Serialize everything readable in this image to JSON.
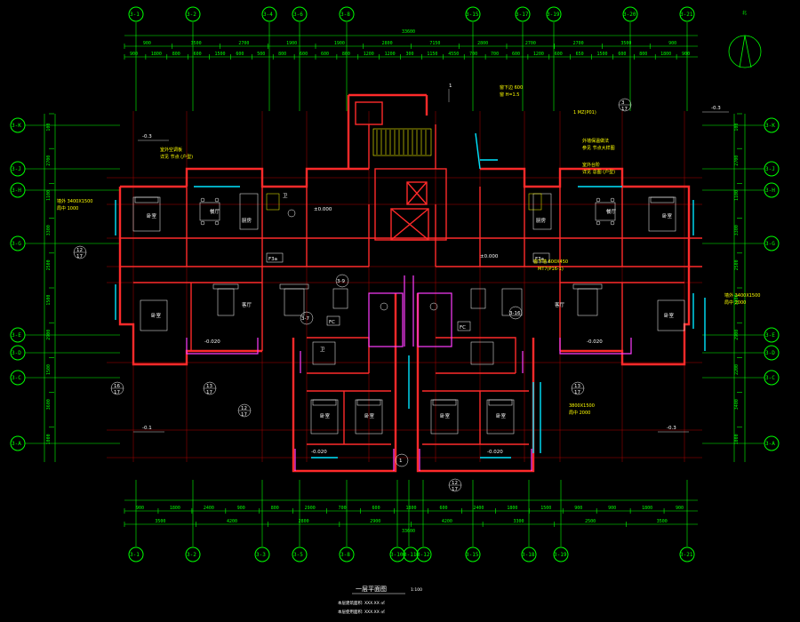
{
  "drawing": {
    "title": "一层平面图",
    "scale": "1:100",
    "notes": [
      "本层建筑面积: XXX.XX ㎡",
      "本层使用面积: XXX.XX ㎡"
    ],
    "north_label": "北"
  },
  "axes_top": [
    "3-1",
    "3-2",
    "3-4",
    "3-6",
    "3-8",
    "3-15",
    "3-17",
    "3-19",
    "3-20",
    "3-21"
  ],
  "axes_bottom": [
    "3-1",
    "3-2",
    "3-3",
    "3-5",
    "3-8",
    "3-10",
    "3-11",
    "3-12",
    "3-15",
    "3-18",
    "3-19",
    "3-21"
  ],
  "axes_left": [
    "3-K",
    "3-J",
    "3-H",
    "3-G",
    "3-E",
    "3-D",
    "3-C",
    "3-A"
  ],
  "axes_right": [
    "3-K",
    "3-J",
    "3-H",
    "3-G",
    "3-E",
    "3-D",
    "3-C",
    "3-A"
  ],
  "dims_top_total": "33600",
  "dims_top_row1": [
    "900",
    "3500",
    "2700",
    "1900",
    "1900",
    "2800",
    "7150",
    "2800",
    "2700",
    "2700",
    "3500",
    "900"
  ],
  "dims_top_row2": [
    "900",
    "1800",
    "800",
    "600",
    "1500",
    "600",
    "500",
    "800",
    "600",
    "600",
    "800",
    "1200",
    "1200",
    "300",
    "1150",
    "4550",
    "700",
    "700",
    "600",
    "1200",
    "600",
    "650",
    "1500",
    "600",
    "800",
    "1800",
    "900"
  ],
  "dims_bottom_row1": [
    "900",
    "1800",
    "2400",
    "900",
    "800",
    "2900",
    "700",
    "600",
    "1800",
    "600",
    "2400",
    "1800",
    "1500",
    "900",
    "900",
    "1800",
    "900"
  ],
  "dims_bottom_row2": [
    "3500",
    "4200",
    "2800",
    "2900",
    "4200",
    "3300",
    "2500",
    "3500"
  ],
  "dims_bottom_total": "33600",
  "dims_left": [
    "100",
    "2700",
    "1100",
    "3300",
    "2500",
    "1500",
    "2900",
    "1500",
    "3600",
    "1000"
  ],
  "dims_right": [
    "100",
    "2700",
    "1100",
    "3300",
    "2500",
    "1800",
    "2900",
    "2200",
    "3400",
    "1000"
  ],
  "room_labels": [
    "卧室",
    "卧室",
    "厨房",
    "餐厅",
    "卫",
    "客厅",
    "客厅",
    "卧室",
    "卧室",
    "餐厅",
    "厨房",
    "卧室",
    "卧室",
    "卫",
    "卧室",
    "卧室"
  ],
  "annotations": {
    "elev_a": "-0.3",
    "elev_b": "-0.3",
    "elev_c": "-0.1",
    "elev_d": "-0.3",
    "elev_e": "±0.000",
    "elev_f": "-0.020",
    "door_f3a_1": "F3a",
    "door_f3a_2": "F3a",
    "door_fc": "FC",
    "door_fc2": "FC",
    "ref_1": "1",
    "ref_3_7": "3-7",
    "ref_3_9": "3-9",
    "ref_3_16": "3-16",
    "callout_12_17": "12\n17",
    "callout_16_17": "16\n17",
    "callout_13_17": "13\n17"
  }
}
